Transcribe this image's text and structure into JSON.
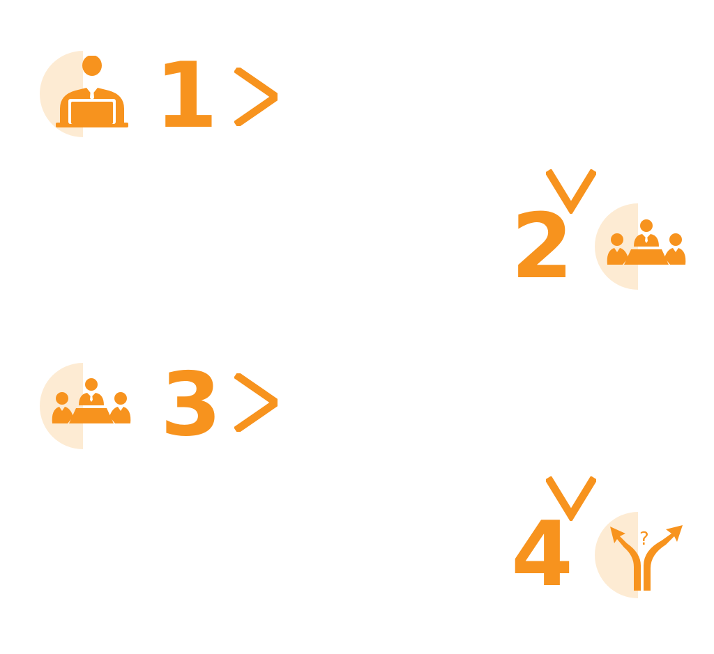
{
  "colors": {
    "accent": "#F7931E",
    "soft": "#FDEBD3"
  },
  "steps": [
    {
      "number": "1",
      "icon": "person-at-laptop-icon",
      "arrow": "right"
    },
    {
      "number": "2",
      "icon": "meeting-table-icon",
      "arrow": "down"
    },
    {
      "number": "3",
      "icon": "meeting-table-icon",
      "arrow": "right"
    },
    {
      "number": "4",
      "icon": "crossroads-question-icon",
      "arrow": "down"
    }
  ]
}
